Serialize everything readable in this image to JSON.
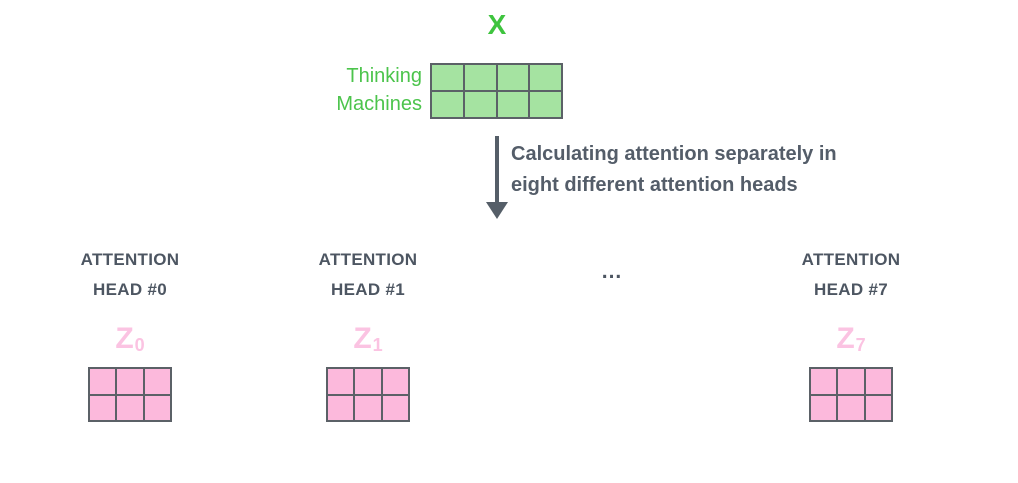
{
  "input": {
    "label": "X",
    "row_labels": [
      "Thinking",
      "Machines"
    ],
    "matrix": {
      "rows": 2,
      "cols": 4,
      "fill": "#a5e3a1"
    },
    "label_color": "#3ec43e",
    "row_label_color": "#4cc44c"
  },
  "arrow": {
    "caption": [
      "Calculating attention separately in",
      "eight different attention heads"
    ],
    "color": "#555e68"
  },
  "heads": [
    {
      "title": [
        "ATTENTION",
        "HEAD #0"
      ],
      "z_base": "Z",
      "z_sub": "0",
      "matrix": {
        "rows": 2,
        "cols": 3,
        "fill": "#fcb9dc"
      }
    },
    {
      "title": [
        "ATTENTION",
        "HEAD #1"
      ],
      "z_base": "Z",
      "z_sub": "1",
      "matrix": {
        "rows": 2,
        "cols": 3,
        "fill": "#fcb9dc"
      }
    },
    {
      "title": [
        "ATTENTION",
        "HEAD #7"
      ],
      "z_base": "Z",
      "z_sub": "7",
      "matrix": {
        "rows": 2,
        "cols": 3,
        "fill": "#fcb9dc"
      }
    }
  ],
  "ellipsis": "...",
  "colors": {
    "text_dark": "#545d69",
    "head_title": "#4d5662",
    "grid_line": "#5b6167",
    "z_label": "#fbc3e2"
  }
}
